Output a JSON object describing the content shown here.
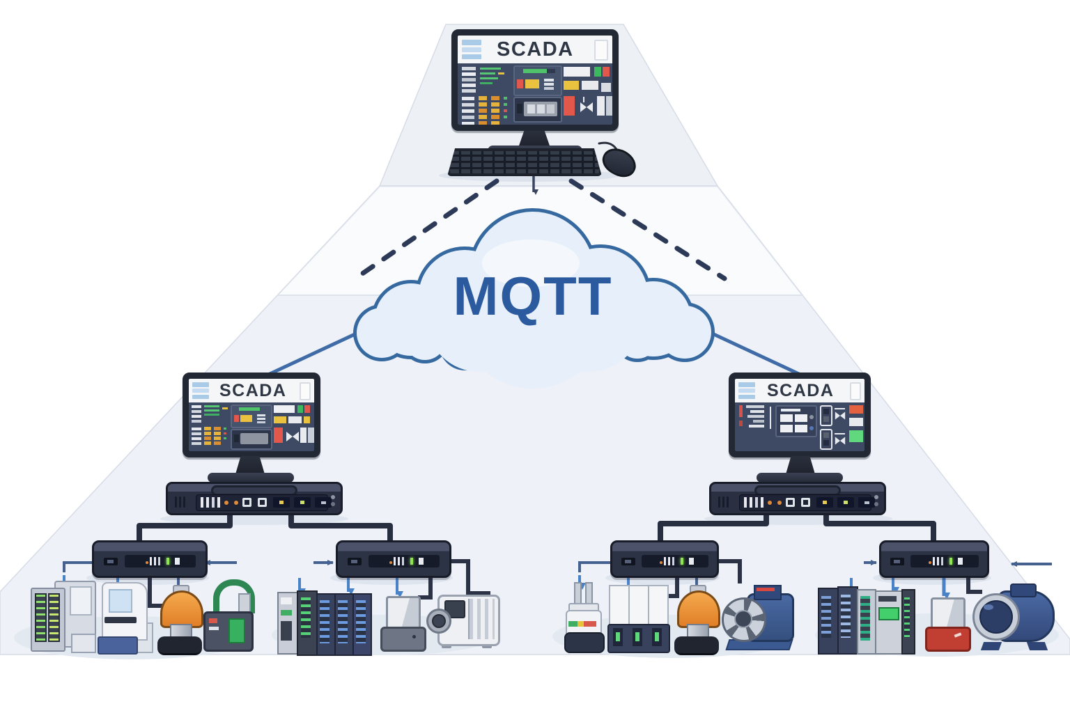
{
  "cloud": {
    "label": "MQTT"
  },
  "stations": {
    "top": {
      "title": "SCADA",
      "role": "central-scada-workstation"
    },
    "left": {
      "title": "SCADA",
      "role": "site-scada-server"
    },
    "right": {
      "title": "SCADA",
      "role": "site-scada-server"
    }
  },
  "device_clusters": [
    {
      "id": "left-a",
      "devices": [
        "control-cabinet",
        "analyzer-station",
        "valve-actuator",
        "flow-sensor"
      ]
    },
    {
      "id": "left-b",
      "devices": [
        "plc-module-rack",
        "sensor-block",
        "industrial-camera"
      ]
    },
    {
      "id": "right-a",
      "devices": [
        "probe-sensor",
        "io-module-bank",
        "valve-actuator",
        "fan-motor"
      ]
    },
    {
      "id": "right-b",
      "devices": [
        "plc-server-rack",
        "sensor-block",
        "centrifugal-pump"
      ]
    }
  ],
  "colors": {
    "cloud_fill": "#e7f0fa",
    "cloud_stroke": "#35699f",
    "cloud_text": "#2b5b9e",
    "dashed_link": "#2c3a57",
    "solid_link": "#3f6ba6",
    "cable": "#272e40",
    "connector": "#44618f",
    "hardware_navy": "#2c3345",
    "screen_background": "#3e4a63",
    "accent_green": "#4ec36a",
    "accent_yellow": "#e9c340",
    "accent_red": "#e2574c",
    "accent_orange": "#e8883a",
    "floor": "#eef1f7"
  }
}
